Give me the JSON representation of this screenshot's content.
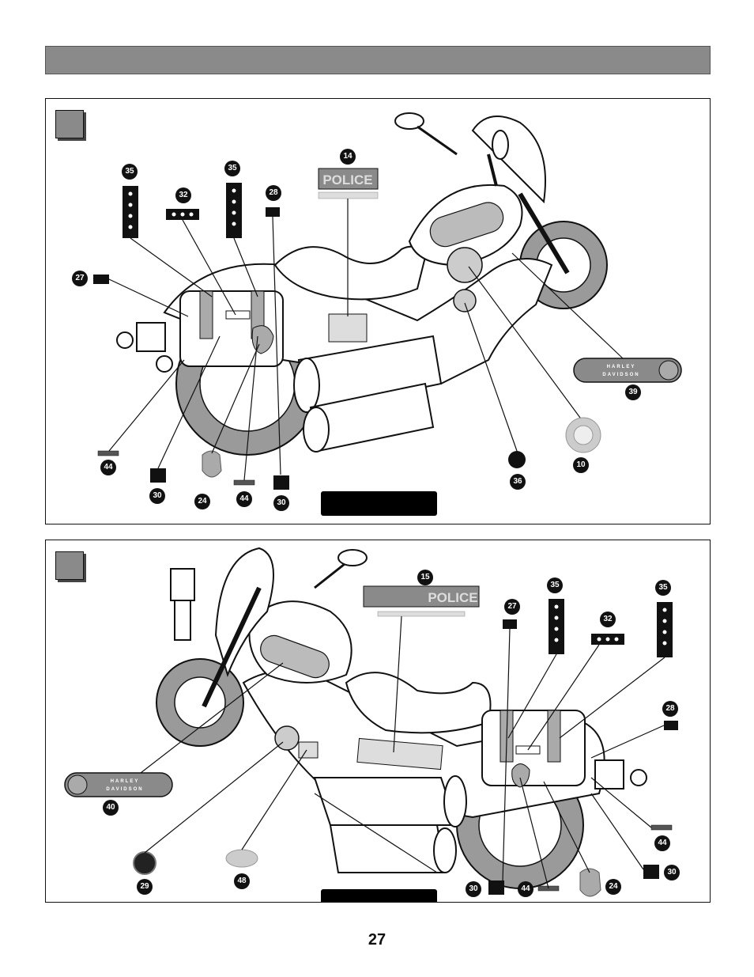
{
  "page_number": "27",
  "panel1": {
    "decal_police": "POLICE",
    "decal_hd_line1": "HARLEY",
    "decal_hd_line2": "DAVIDSON",
    "callouts": [
      "35",
      "32",
      "35",
      "28",
      "14",
      "27",
      "39",
      "10",
      "36",
      "44",
      "30",
      "24",
      "44",
      "30"
    ]
  },
  "panel2": {
    "decal_police": "POLICE",
    "decal_hd_line1": "HARLEY",
    "decal_hd_line2": "DAVIDSON",
    "callouts": [
      "15",
      "35",
      "27",
      "35",
      "32",
      "28",
      "40",
      "44",
      "30",
      "29",
      "48",
      "30",
      "44",
      "24"
    ]
  },
  "colors": {
    "title_bar": "#8a8a8a",
    "wheel_fill": "#9a9a9a",
    "outline": "#111111"
  }
}
